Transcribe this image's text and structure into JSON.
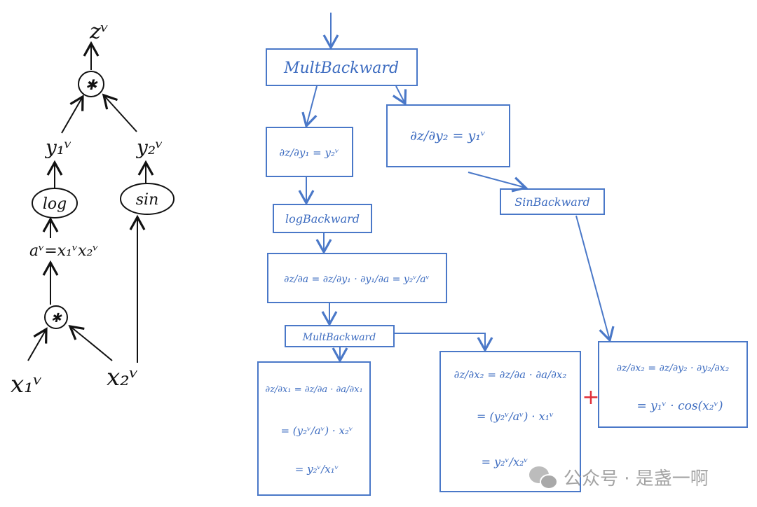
{
  "forward_graph": {
    "output": "zᵛ",
    "mul_top": "✱",
    "y1": "y₁ᵛ",
    "y2": "y₂ᵛ",
    "log": "log",
    "sin": "sin",
    "a_def": "aᵛ=x₁ᵛx₂ᵛ",
    "mul_bottom": "✱",
    "x1": "x₁ᵛ",
    "x2": "x₂ᵛ"
  },
  "backward_graph": {
    "mult_backward_top": "MultBackward",
    "dz_dy1": "∂z/∂y₁ = y₂ᵛ",
    "dz_dy2": "∂z/∂y₂ = y₁ᵛ",
    "log_backward": "logBackward",
    "sin_backward": "SinBackward",
    "dz_da": "∂z/∂a = ∂z/∂y₁ · ∂y₁/∂a = y₂ᵛ/aᵛ",
    "mult_backward_bottom": "MultBackward",
    "dz_dx1": [
      "∂z/∂x₁ = ∂z/∂a · ∂a/∂x₁",
      "= (y₂ᵛ/aᵛ) · x₂ᵛ",
      "= y₂ᵛ/x₁ᵛ"
    ],
    "dz_dx2_mult": [
      "∂z/∂x₂ = ∂z/∂a · ∂a/∂x₂",
      "= (y₂ᵛ/aᵛ) · x₁ᵛ",
      "= y₂ᵛ/x₂ᵛ"
    ],
    "plus": "+",
    "dz_dx2_sin": [
      "∂z/∂x₂ = ∂z/∂y₂ · ∂y₂/∂x₂",
      "= y₁ᵛ · cos(x₂ᵛ)"
    ]
  },
  "watermark": "公众号 · 是盏一啊",
  "colors": {
    "ink": "#111111",
    "blue": "#4a78c8",
    "red": "#e0303a",
    "watermark": "#9a9a9a"
  }
}
